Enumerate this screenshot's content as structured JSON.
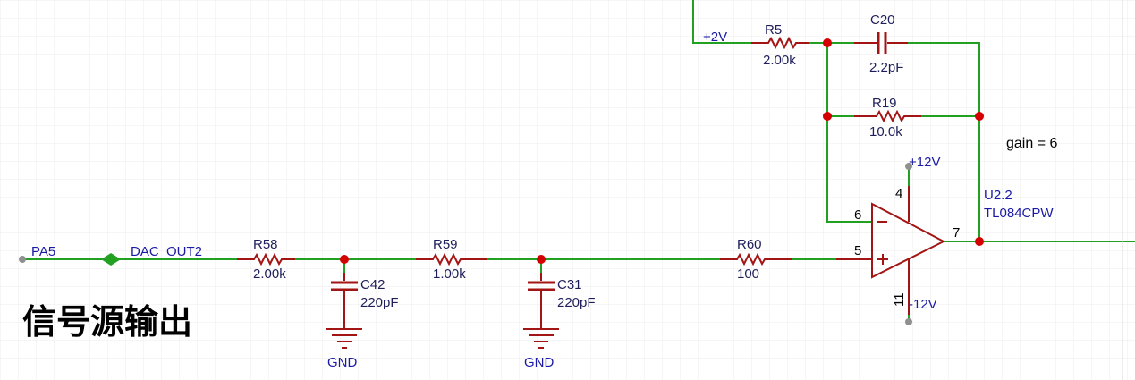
{
  "title": "信号源输出",
  "note": "gain = 6",
  "nets": {
    "pa5": "PA5",
    "dac_out2": "DAC_OUT2",
    "v2": "+2V",
    "vpos": "+12V",
    "vneg": "-12V",
    "gnd": "GND"
  },
  "components": {
    "r58": {
      "ref": "R58",
      "value": "2.00k"
    },
    "r59": {
      "ref": "R59",
      "value": "1.00k"
    },
    "r60": {
      "ref": "R60",
      "value": "100"
    },
    "r5": {
      "ref": "R5",
      "value": "2.00k"
    },
    "r19": {
      "ref": "R19",
      "value": "10.0k"
    },
    "c20": {
      "ref": "C20",
      "value": "2.2pF"
    },
    "c42": {
      "ref": "C42",
      "value": "220pF"
    },
    "c31": {
      "ref": "C31",
      "value": "220pF"
    },
    "u2": {
      "ref": "U2.2",
      "part": "TL084CPW"
    }
  },
  "pins": {
    "inv": "6",
    "noninv": "5",
    "out": "7",
    "vpos": "4",
    "vneg": "11"
  },
  "colors": {
    "wire": "#22a022",
    "component": "#a31515",
    "junction": "#d40000",
    "label": "#1a1aa6",
    "grid": "#ececec"
  }
}
